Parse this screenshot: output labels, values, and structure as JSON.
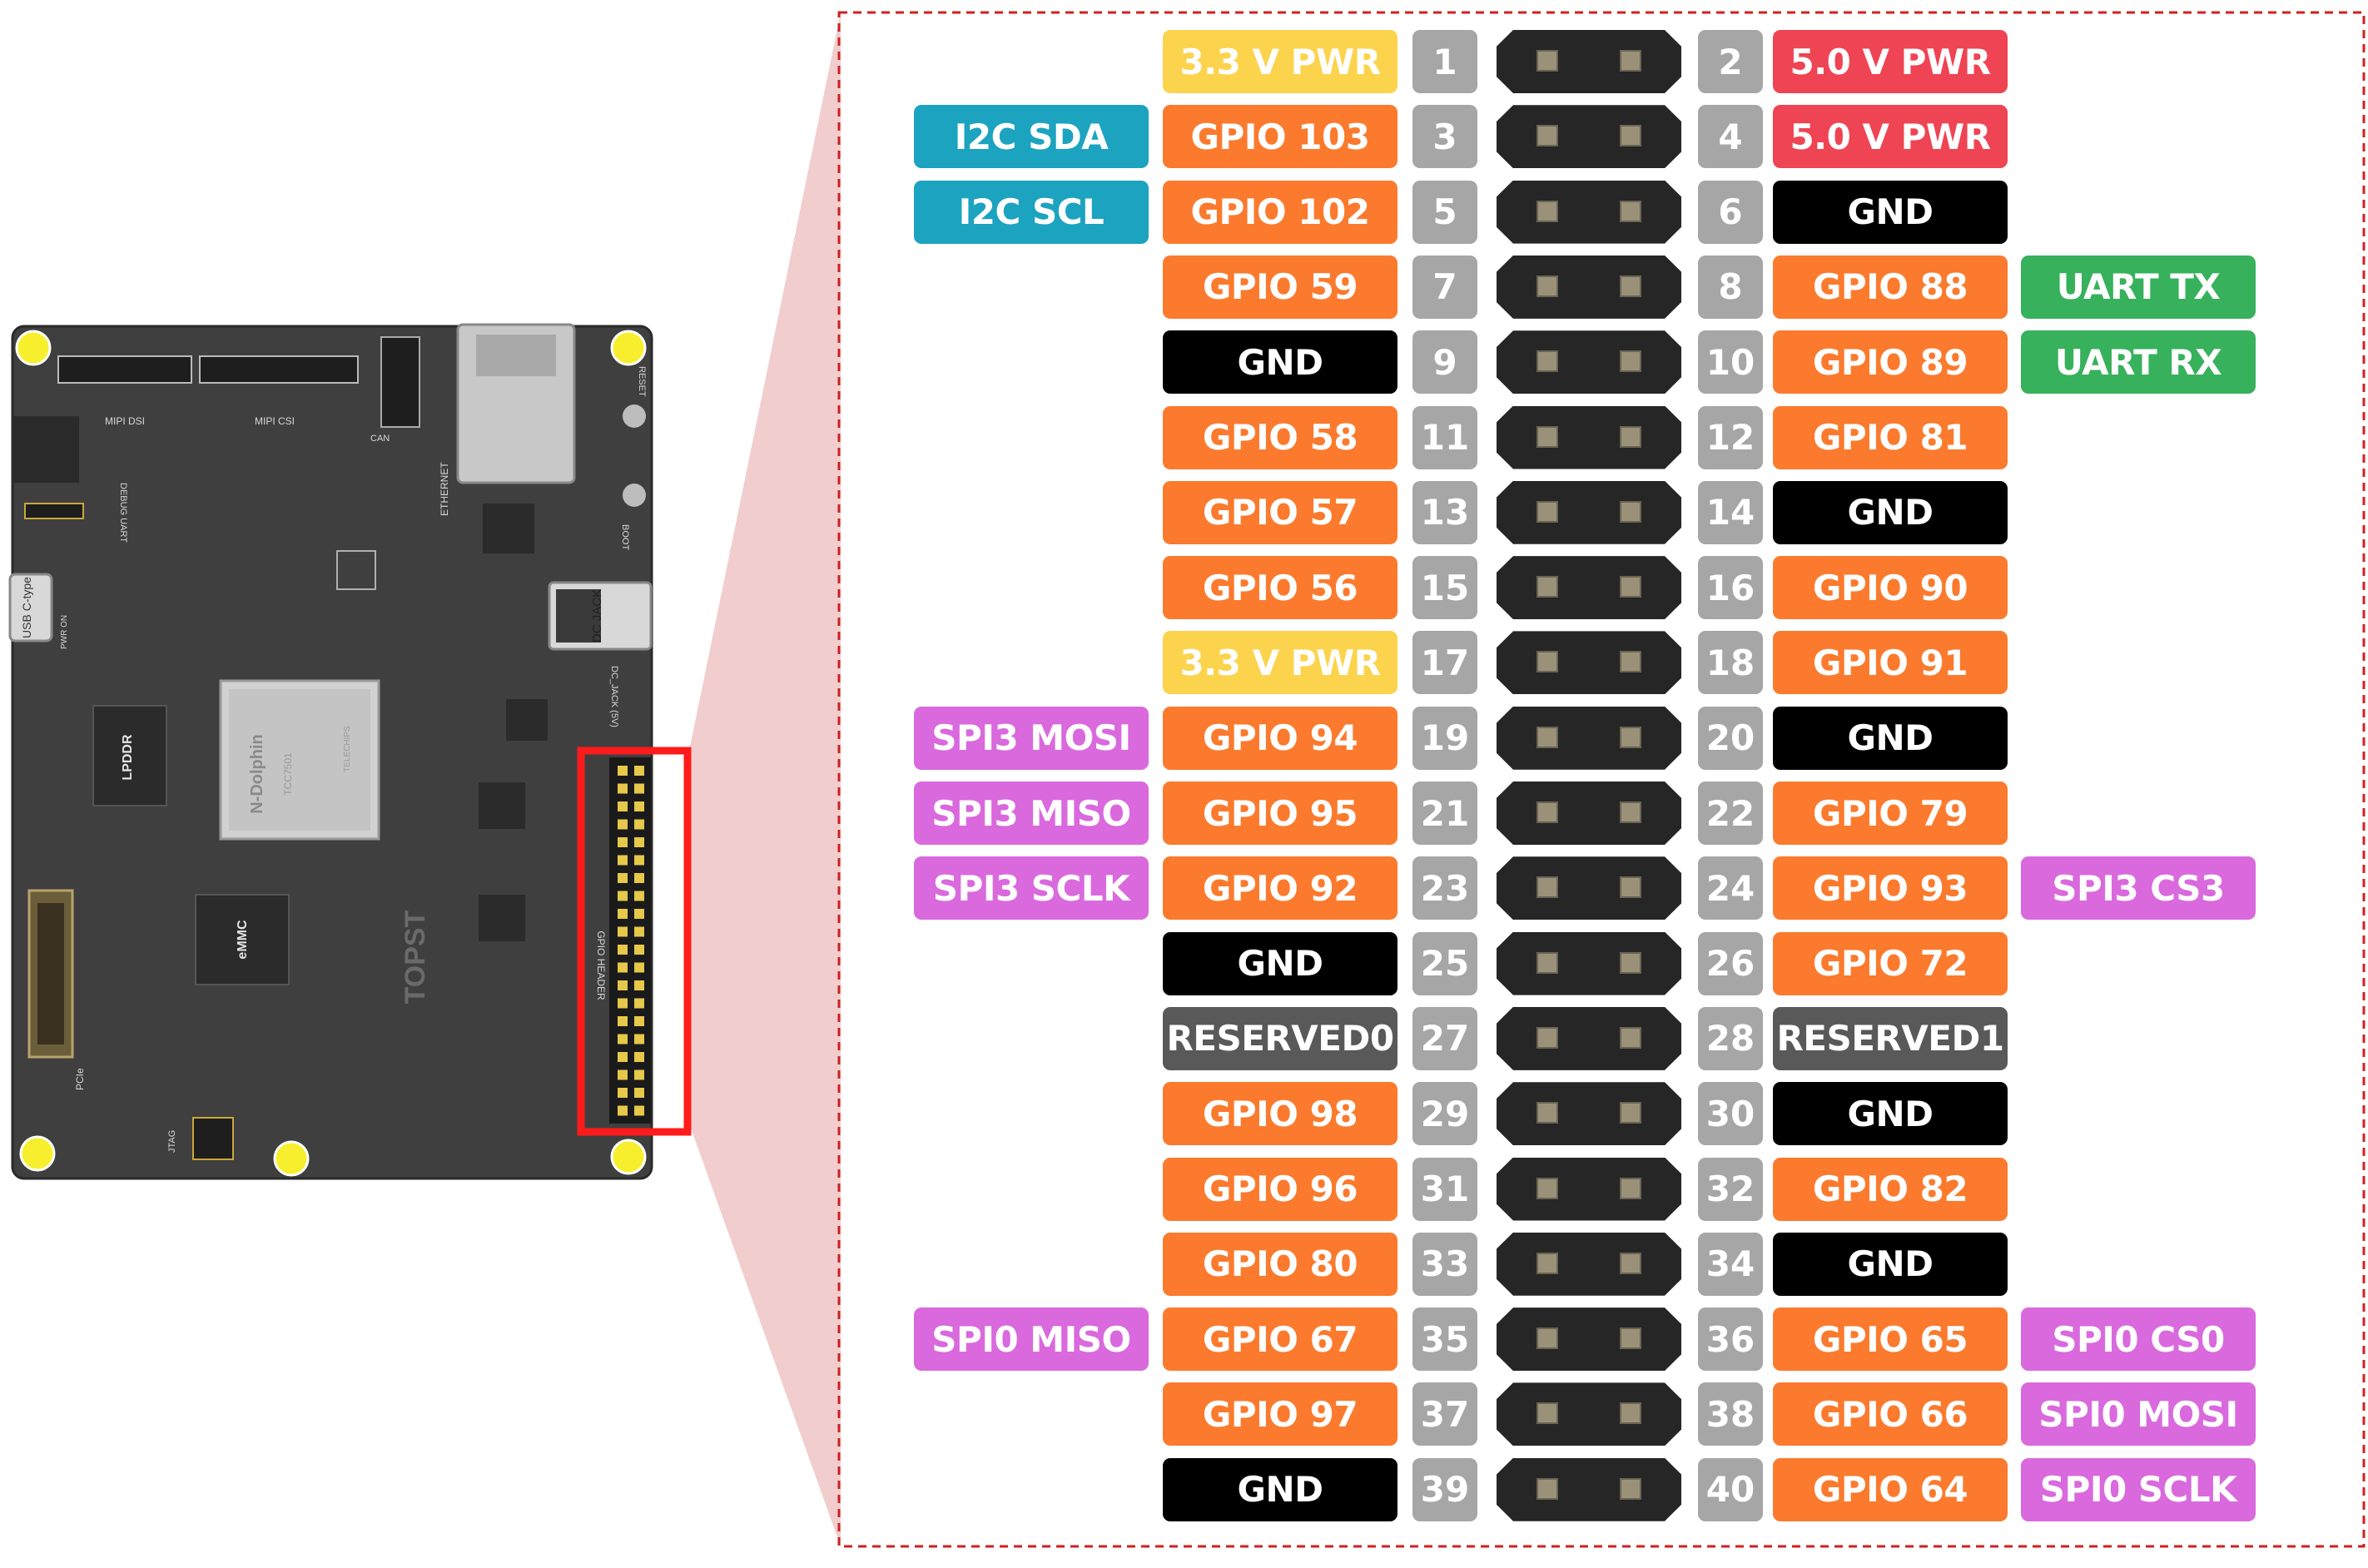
{
  "board": {
    "labels": {
      "lpddr": "LPDDR",
      "soc": "N-Dolphin",
      "soc_model": "TCC7501",
      "soc_brand": "TELECHIPS",
      "emmc": "eMMC",
      "usb": "USB C-type",
      "dc_jack": "DC JACK",
      "dc_jack_5v": "DC_JACK (5V)",
      "ethernet": "ETHERNET",
      "reset": "RESET",
      "boot": "BOOT",
      "gpio_header": "GPIO HEADER",
      "brand": "TOPST",
      "pcie": "PCIe",
      "jtag": "JTAG",
      "mipi_dsi": "MIPI DSI",
      "mipi_csi": "MIPI CSI",
      "can": "CAN",
      "debug_uart": "DEBUG UART",
      "pwr_on": "PWR ON"
    }
  },
  "colors": {
    "pwr33": "#fcd34d",
    "pwr50": "#ef4453",
    "gpio": "#fb7a2d",
    "gnd": "#000000",
    "reserved": "#595959",
    "i2c": "#1ca3c0",
    "uart": "#37b15c",
    "spi": "#d969dd",
    "pin_number": "#a6a6a6",
    "highlight": "#ff1b1b",
    "zoom": "#f0c4c4"
  },
  "pins_left": [
    {
      "num": "1",
      "label": "3.3 V PWR",
      "kind": "pwr33",
      "alt": ""
    },
    {
      "num": "3",
      "label": "GPIO 103",
      "kind": "gpio",
      "alt": "I2C SDA",
      "alt_kind": "i2c"
    },
    {
      "num": "5",
      "label": "GPIO 102",
      "kind": "gpio",
      "alt": "I2C SCL",
      "alt_kind": "i2c"
    },
    {
      "num": "7",
      "label": "GPIO 59",
      "kind": "gpio",
      "alt": ""
    },
    {
      "num": "9",
      "label": "GND",
      "kind": "gnd",
      "alt": ""
    },
    {
      "num": "11",
      "label": "GPIO 58",
      "kind": "gpio",
      "alt": ""
    },
    {
      "num": "13",
      "label": "GPIO 57",
      "kind": "gpio",
      "alt": ""
    },
    {
      "num": "15",
      "label": "GPIO 56",
      "kind": "gpio",
      "alt": ""
    },
    {
      "num": "17",
      "label": "3.3 V PWR",
      "kind": "pwr33",
      "alt": ""
    },
    {
      "num": "19",
      "label": "GPIO 94",
      "kind": "gpio",
      "alt": "SPI3 MOSI",
      "alt_kind": "spi"
    },
    {
      "num": "21",
      "label": "GPIO 95",
      "kind": "gpio",
      "alt": "SPI3 MISO",
      "alt_kind": "spi"
    },
    {
      "num": "23",
      "label": "GPIO 92",
      "kind": "gpio",
      "alt": "SPI3 SCLK",
      "alt_kind": "spi"
    },
    {
      "num": "25",
      "label": "GND",
      "kind": "gnd",
      "alt": ""
    },
    {
      "num": "27",
      "label": "RESERVED0",
      "kind": "reserved",
      "alt": ""
    },
    {
      "num": "29",
      "label": "GPIO 98",
      "kind": "gpio",
      "alt": ""
    },
    {
      "num": "31",
      "label": "GPIO 96",
      "kind": "gpio",
      "alt": ""
    },
    {
      "num": "33",
      "label": "GPIO 80",
      "kind": "gpio",
      "alt": ""
    },
    {
      "num": "35",
      "label": "GPIO 67",
      "kind": "gpio",
      "alt": "SPI0 MISO",
      "alt_kind": "spi"
    },
    {
      "num": "37",
      "label": "GPIO 97",
      "kind": "gpio",
      "alt": ""
    },
    {
      "num": "39",
      "label": "GND",
      "kind": "gnd",
      "alt": ""
    }
  ],
  "pins_right": [
    {
      "num": "2",
      "label": "5.0 V PWR",
      "kind": "pwr50",
      "alt": ""
    },
    {
      "num": "4",
      "label": "5.0 V PWR",
      "kind": "pwr50",
      "alt": ""
    },
    {
      "num": "6",
      "label": "GND",
      "kind": "gnd",
      "alt": ""
    },
    {
      "num": "8",
      "label": "GPIO 88",
      "kind": "gpio",
      "alt": "UART TX",
      "alt_kind": "uart"
    },
    {
      "num": "10",
      "label": "GPIO 89",
      "kind": "gpio",
      "alt": "UART RX",
      "alt_kind": "uart"
    },
    {
      "num": "12",
      "label": "GPIO 81",
      "kind": "gpio",
      "alt": ""
    },
    {
      "num": "14",
      "label": "GND",
      "kind": "gnd",
      "alt": ""
    },
    {
      "num": "16",
      "label": "GPIO 90",
      "kind": "gpio",
      "alt": ""
    },
    {
      "num": "18",
      "label": "GPIO 91",
      "kind": "gpio",
      "alt": ""
    },
    {
      "num": "20",
      "label": "GND",
      "kind": "gnd",
      "alt": ""
    },
    {
      "num": "22",
      "label": "GPIO 79",
      "kind": "gpio",
      "alt": ""
    },
    {
      "num": "24",
      "label": "GPIO 93",
      "kind": "gpio",
      "alt": "SPI3 CS3",
      "alt_kind": "spi"
    },
    {
      "num": "26",
      "label": "GPIO 72",
      "kind": "gpio",
      "alt": ""
    },
    {
      "num": "28",
      "label": "RESERVED1",
      "kind": "reserved",
      "alt": ""
    },
    {
      "num": "30",
      "label": "GND",
      "kind": "gnd",
      "alt": ""
    },
    {
      "num": "32",
      "label": "GPIO 82",
      "kind": "gpio",
      "alt": ""
    },
    {
      "num": "34",
      "label": "GND",
      "kind": "gnd",
      "alt": ""
    },
    {
      "num": "36",
      "label": "GPIO 65",
      "kind": "gpio",
      "alt": "SPI0 CS0",
      "alt_kind": "spi"
    },
    {
      "num": "38",
      "label": "GPIO 66",
      "kind": "gpio",
      "alt": "SPI0 MOSI",
      "alt_kind": "spi"
    },
    {
      "num": "40",
      "label": "GPIO 64",
      "kind": "gpio",
      "alt": "SPI0 SCLK",
      "alt_kind": "spi"
    }
  ]
}
